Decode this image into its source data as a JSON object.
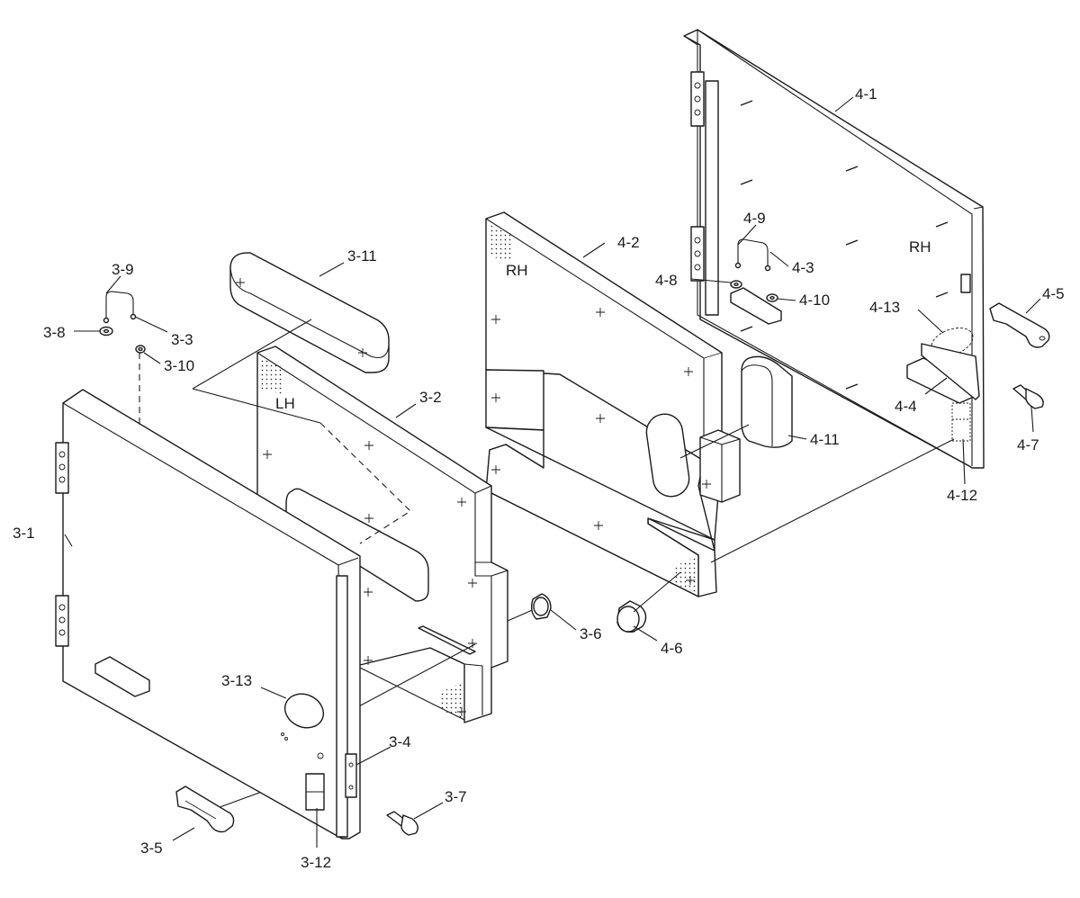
{
  "side_labels": {
    "lh": "LH",
    "rh_panel": "RH",
    "rh_door": "RH"
  },
  "callouts": {
    "c3_1": "3-1",
    "c3_2": "3-2",
    "c3_3": "3-3",
    "c3_4": "3-4",
    "c3_5": "3-5",
    "c3_6": "3-6",
    "c3_7": "3-7",
    "c3_8": "3-8",
    "c3_9": "3-9",
    "c3_10": "3-10",
    "c3_11": "3-11",
    "c3_12": "3-12",
    "c3_13": "3-13",
    "c4_1": "4-1",
    "c4_2": "4-2",
    "c4_3": "4-3",
    "c4_4": "4-4",
    "c4_5": "4-5",
    "c4_6": "4-6",
    "c4_7": "4-7",
    "c4_8": "4-8",
    "c4_9": "4-9",
    "c4_10": "4-10",
    "c4_11": "4-11",
    "c4_12": "4-12",
    "c4_13": "4-13"
  },
  "colors": {
    "ink": "#1a1a1a",
    "background": "#ffffff"
  }
}
